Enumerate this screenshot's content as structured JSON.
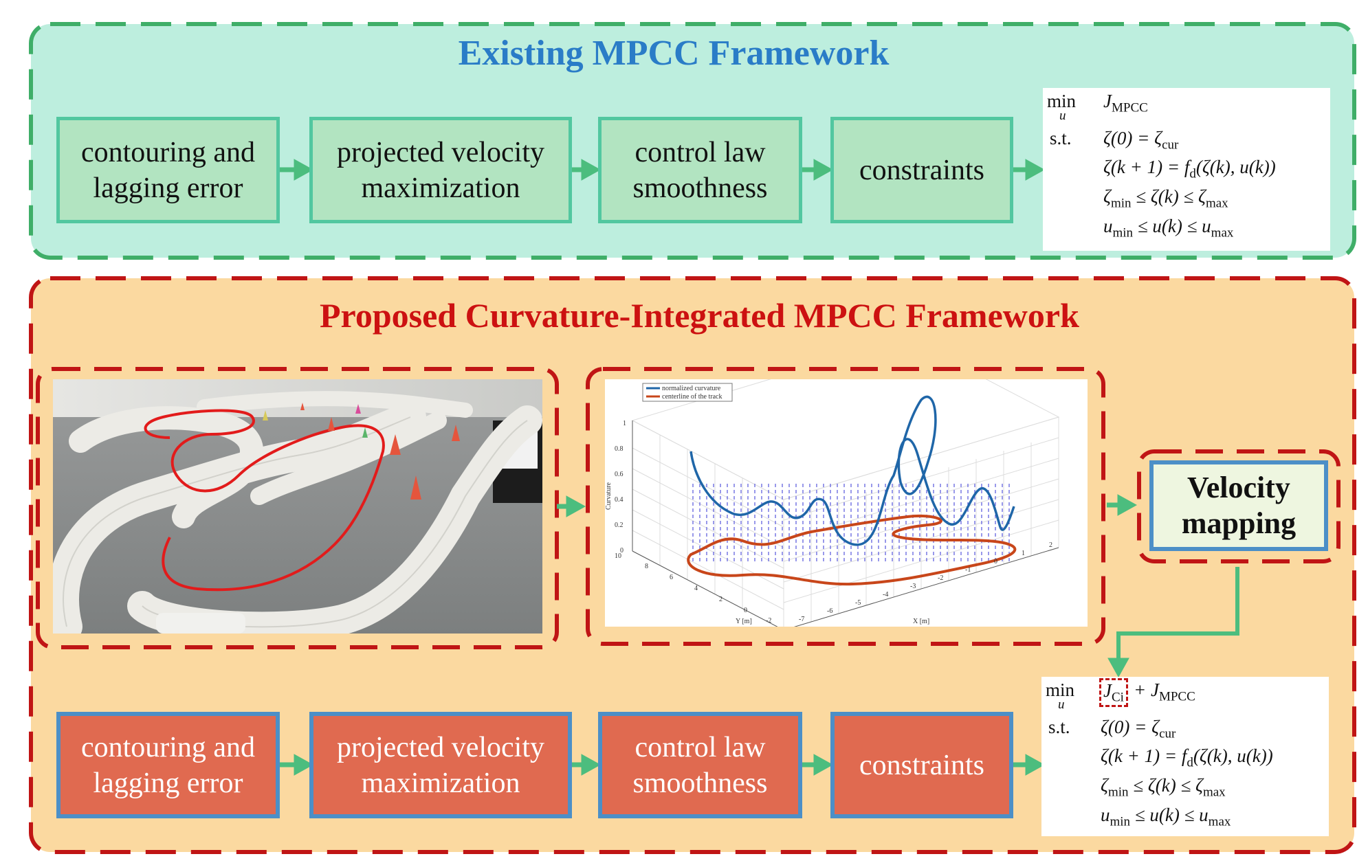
{
  "existing": {
    "title": "Existing MPCC Framework",
    "blocks": [
      "contouring and\nlagging error",
      "projected velocity\nmaximization",
      "control law\nsmoothness",
      "constraints"
    ],
    "formula": {
      "min": "min",
      "u": "u",
      "objective": "J",
      "objective_sub": "MPCC",
      "st": "s.t.",
      "c1": "ζ(0) = ζ",
      "c1_sub": "cur",
      "c2": "ζ(k + 1) = f",
      "c2_sub": "d",
      "c2_rest": "(ζ(k), u(k))",
      "c3a": "ζ",
      "c3a_sub": "min",
      "c3b": " ≤ ζ(k) ≤ ζ",
      "c3b_sub": "max",
      "c4a": "u",
      "c4a_sub": "min",
      "c4b": " ≤ u(k) ≤ u",
      "c4b_sub": "max"
    }
  },
  "proposed": {
    "title": "Proposed Curvature-Integrated MPCC Framework",
    "velocity_mapping": "Velocity\nmapping",
    "blocks": [
      "contouring and\nlagging error",
      "projected velocity\nmaximization",
      "control law\nsmoothness",
      "constraints"
    ],
    "formula": {
      "min": "min",
      "u": "u",
      "jci": "J",
      "jci_sub": "Ci",
      "plus": "+ J",
      "plus_sub": "MPCC",
      "st": "s.t.",
      "c1": "ζ(0) = ζ",
      "c1_sub": "cur",
      "c2": "ζ(k + 1) = f",
      "c2_sub": "d",
      "c2_rest": "(ζ(k), u(k))",
      "c3a": "ζ",
      "c3a_sub": "min",
      "c3b": " ≤ ζ(k) ≤ ζ",
      "c3b_sub": "max",
      "c4a": "u",
      "c4a_sub": "min",
      "c4b": " ≤ u(k) ≤ u",
      "c4b_sub": "max"
    },
    "plot": {
      "legend": [
        "normalized curvature",
        "centerline of the track"
      ],
      "zlabel": "Curvature",
      "ylabel": "Y [m]",
      "xlabel": "X [m]",
      "zticks": [
        "0",
        "0.2",
        "0.4",
        "0.6",
        "0.8",
        "1"
      ],
      "yticks": [
        "10",
        "8",
        "6",
        "4",
        "2",
        "0",
        "-2"
      ],
      "xticks": [
        "-7",
        "-6",
        "-5",
        "-4",
        "-3",
        "-2",
        "-1",
        "0",
        "1",
        "2"
      ]
    }
  },
  "colors": {
    "top_panel": "#bdeede",
    "top_border": "#3fae68",
    "bottom_panel": "#fbd9a0",
    "bottom_border": "#c01515",
    "arrow": "#4cbd7e",
    "green_block": "#b2e4c1",
    "red_block": "#e06a50",
    "block_border_blue": "#4c8fc7",
    "curvature_line": "#1f66a8",
    "centerline": "#c8461a"
  }
}
